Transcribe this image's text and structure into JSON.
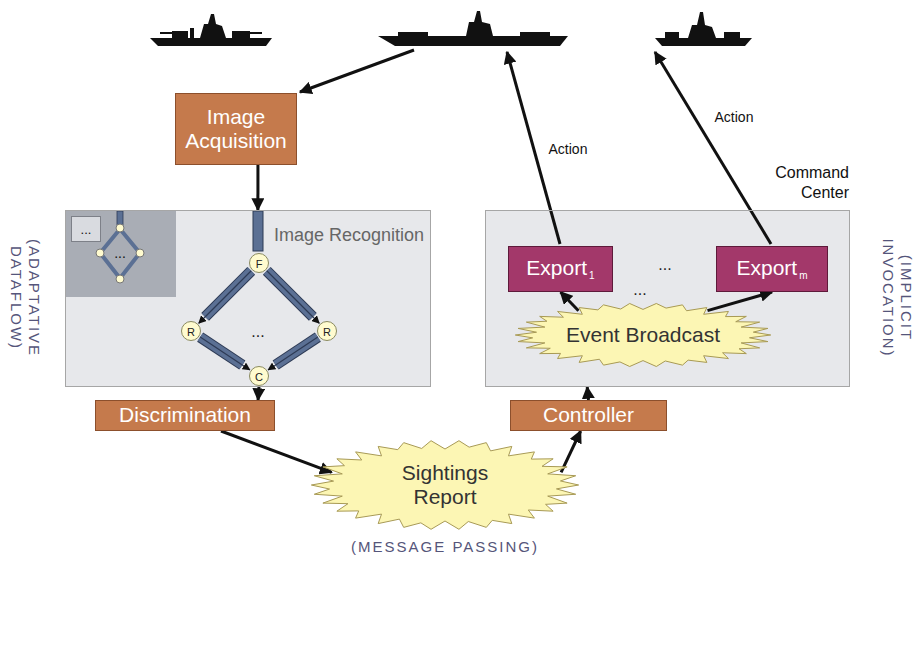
{
  "diagram": {
    "nodes": [
      {
        "text": [
          "Image Acquisition"
        ]
      },
      {
        "text": [
          "Image Recognition"
        ]
      },
      {
        "text": [
          "..."
        ],
        "in": 1
      },
      {
        "text": [
          "F"
        ],
        "in": 1
      },
      {
        "text": [
          "R"
        ],
        "in": 1
      },
      {
        "text": [
          "R"
        ],
        "in": 1
      },
      {
        "text": [
          "C"
        ],
        "in": 1
      },
      {
        "text": [
          "Command Center"
        ]
      },
      {
        "text": [
          "Export",
          "1"
        ],
        "in": 7
      },
      {
        "text": [
          "Export",
          "m"
        ],
        "in": 7
      },
      {
        "text": [
          "Event Broadcast"
        ],
        "in": 7
      },
      {
        "text": [
          "Discrimination"
        ]
      },
      {
        "text": [
          "Sightings Report"
        ]
      },
      {
        "text": [
          "Controller"
        ]
      }
    ],
    "edges": [
      {
        "from": 0,
        "to": 1,
        "arrow": "to"
      },
      {
        "from": 3,
        "to": 4,
        "arrow": "to"
      },
      {
        "from": 3,
        "to": 5,
        "arrow": "to"
      },
      {
        "from": 4,
        "to": 6,
        "arrow": "to"
      },
      {
        "from": 5,
        "to": 6,
        "arrow": "to"
      },
      {
        "from": 6,
        "to": 11,
        "arrow": "to"
      },
      {
        "from": 11,
        "to": 12,
        "arrow": "to"
      },
      {
        "from": 12,
        "to": 13,
        "arrow": "to"
      },
      {
        "from": 13,
        "to": 7,
        "arrow": "to"
      },
      {
        "from": 10,
        "to": 8,
        "arrow": "to"
      },
      {
        "from": 10,
        "to": 9,
        "arrow": "to"
      }
    ],
    "labels": [
      "...",
      "...",
      "...",
      "...",
      "Action",
      "Action",
      "(ADAPTATIVE DATAFLOW)",
      "(IMPLICIT INVOCATION)",
      "(MESSAGE PASSING)"
    ]
  }
}
